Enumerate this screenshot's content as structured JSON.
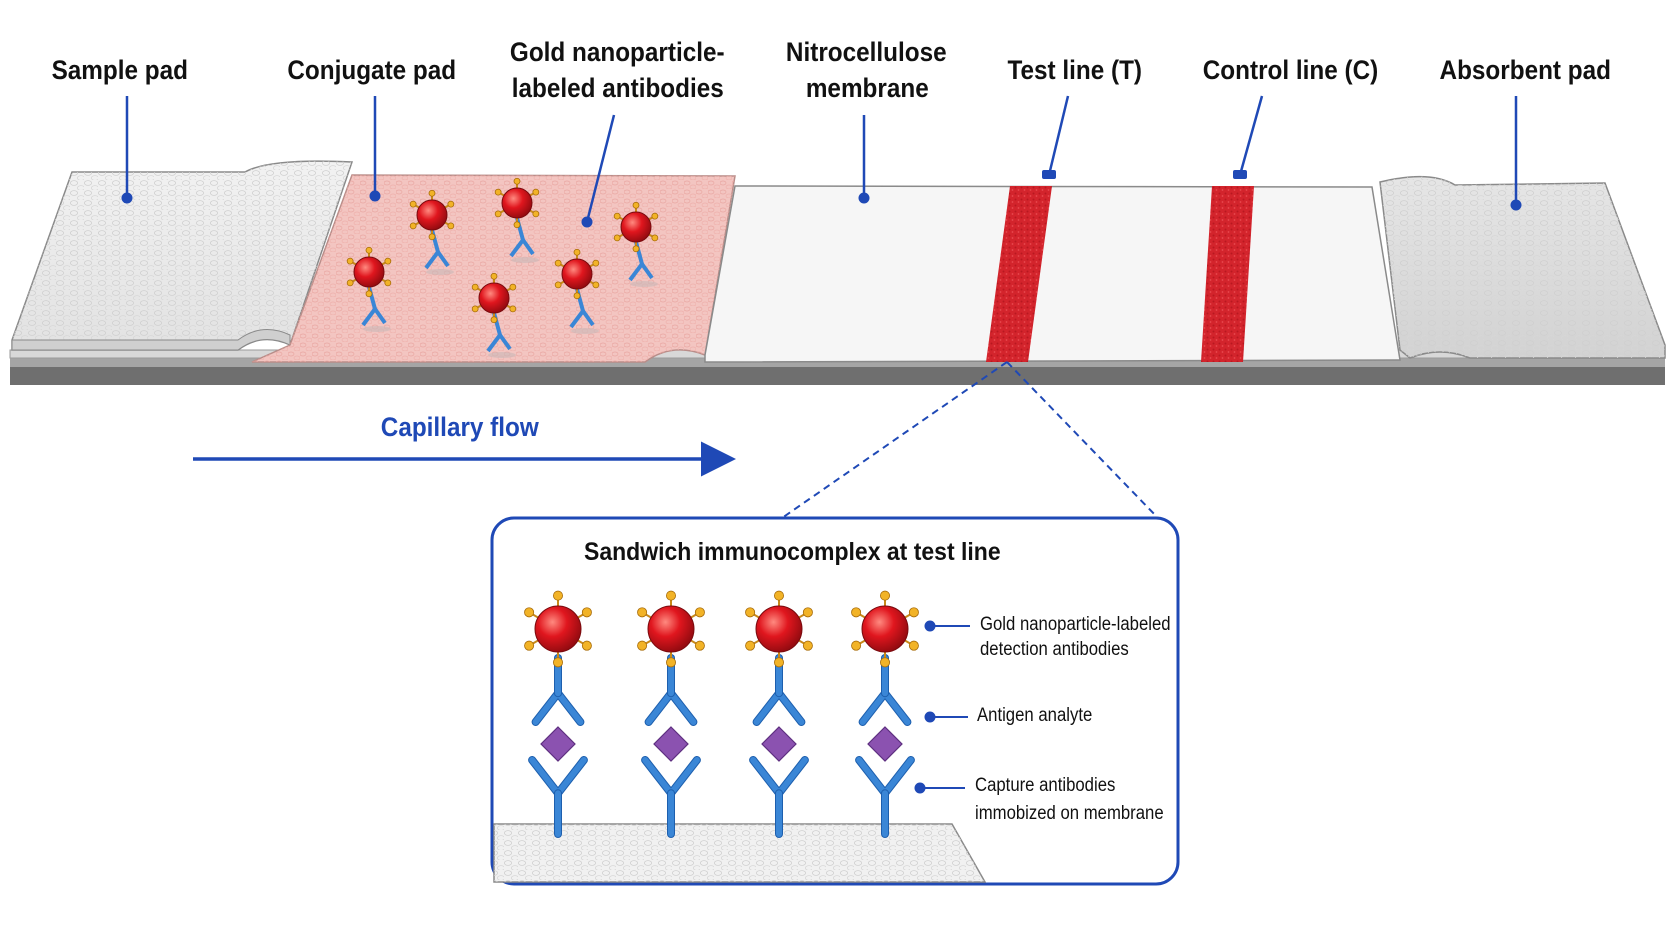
{
  "labels": {
    "sample_pad": "Sample pad",
    "conjugate_pad": "Conjugate pad",
    "gold_line1": "Gold nanoparticle-",
    "gold_line2": "labeled antibodies",
    "nitro_line1": "Nitrocellulose",
    "nitro_line2": "membrane",
    "test_line": "Test line (T)",
    "control_line": "Control line (C)",
    "absorbent_pad": "Absorbent pad"
  },
  "flow": {
    "label": "Capillary flow"
  },
  "inset": {
    "title": "Sandwich immunocomplex at test line",
    "gold_line1": "Gold nanoparticle-labeled",
    "gold_line2": "detection antibodies",
    "antigen": "Antigen analyte",
    "capture_line1": "Capture antibodies",
    "capture_line2": "immobized on membrane"
  },
  "colors": {
    "leader": "#1f49b6",
    "line_red": "#d3242c",
    "gold_particle": "#d8161d",
    "antibody": "#3a86d6",
    "antigen": "#8b52b0",
    "conjugate_pad": "#f4c9c6"
  }
}
